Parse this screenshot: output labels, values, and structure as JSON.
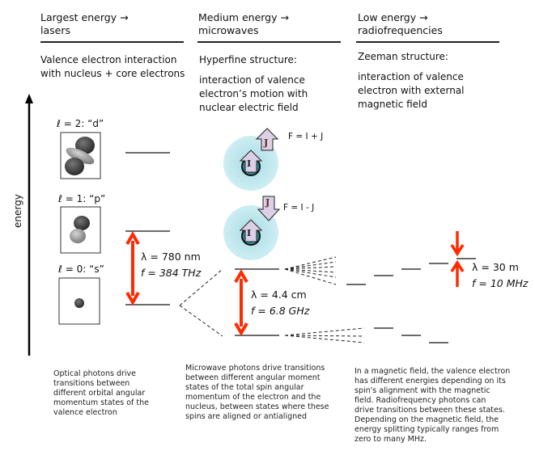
{
  "columns": [
    {
      "header_line1": "Largest energy →",
      "header_line2": "lasers",
      "subtitle_line1": "Valence electron interaction",
      "subtitle_line2": "with nucleus + core electrons",
      "caption": [
        "Optical photons drive",
        "transitions between",
        "different orbital angular",
        "momentum states of the",
        "valence electron"
      ]
    },
    {
      "header_line1": "Medium energy →",
      "header_line2": "microwaves",
      "subtitle_line1": "Hyperfine structure:",
      "desc": [
        "interaction of valence",
        "electron’s motion with",
        "nuclear electric field"
      ],
      "caption": [
        "Microwave photons drive transitions",
        "between different angular moment",
        "states of the total spin angular",
        "momentum of the electron and the",
        "nucleus, between states where these",
        "spins are aligned or antialigned"
      ]
    },
    {
      "header_line1": "Low energy →",
      "header_line2": "radiofrequencies",
      "subtitle_line1": "Zeeman structure:",
      "desc": [
        "interaction of valence",
        "electron with external",
        "magnetic field"
      ],
      "caption": [
        "In a magnetic field, the valence electron",
        "has different energies depending on its",
        "spin's alignment with the magnetic",
        "field.  Radiofrequency photons can",
        "drive transitions between these states.",
        "Depending on the magnetic field, the",
        "energy splitting typically ranges from",
        "zero to many MHz."
      ]
    }
  ],
  "axis": {
    "label": "energy"
  },
  "orbitals": [
    {
      "label": "ℓ = 2: “d”"
    },
    {
      "label": "ℓ = 1: “p”"
    },
    {
      "label": "ℓ = 0: “s”"
    }
  ],
  "transitions": {
    "optical": {
      "lambda": "λ = 780 nm",
      "freq": "f = 384 THz"
    },
    "microwave": {
      "lambda": "λ = 4.4 cm",
      "freq": "f = 6.8 GHz"
    },
    "rf": {
      "lambda": "λ = 30 m",
      "freq": "f = 10 MHz"
    }
  },
  "hyperfine": {
    "aligned": {
      "label": "F = I + J",
      "nucleus": "I",
      "electron": "J"
    },
    "antialigned": {
      "label": "F = I - J",
      "nucleus": "I",
      "electron": "J"
    }
  },
  "colors": {
    "arrow": "#ff2a00",
    "atom_cloud": "#b9e3ea",
    "nucleus": "#2f8a9a",
    "spin_arrow": "#dcd0e6"
  }
}
